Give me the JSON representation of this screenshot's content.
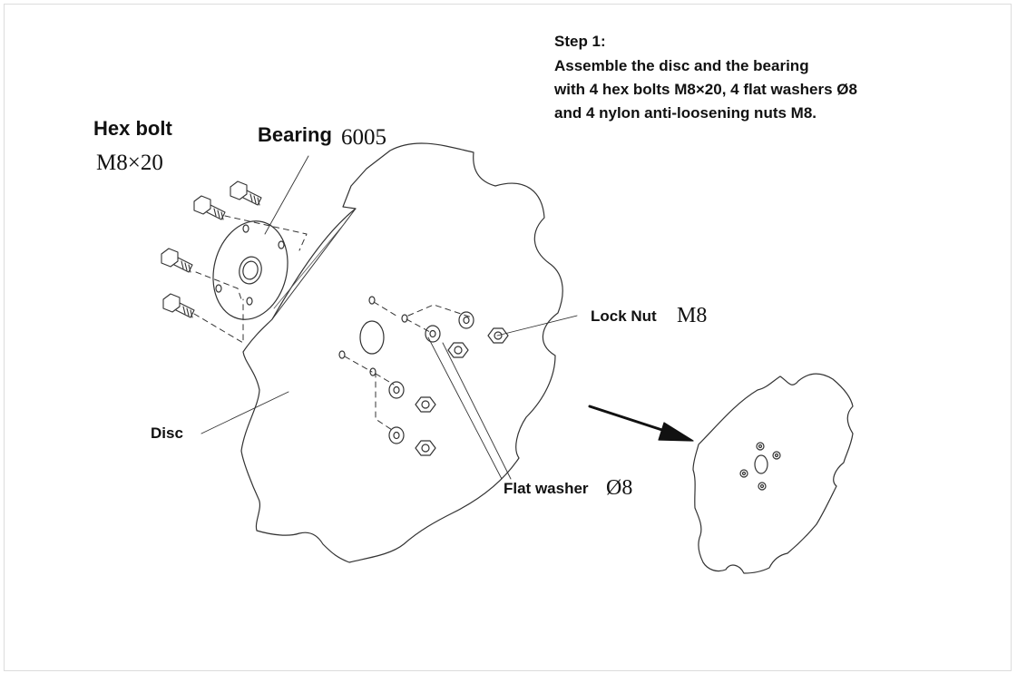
{
  "step": {
    "title": "Step 1:",
    "lines": [
      "Assemble the disc and the bearing",
      "with 4 hex bolts M8×20, 4 flat washers Ø8",
      "and 4 nylon anti-loosening nuts M8."
    ]
  },
  "labels": {
    "hex_bolt": "Hex bolt",
    "hex_bolt_size": "M8×20",
    "bearing": "Bearing",
    "bearing_size": "6005",
    "lock_nut": "Lock Nut",
    "lock_nut_size": "M8",
    "disc": "Disc",
    "flat_washer": "Flat washer",
    "flat_washer_size": "Ø8"
  },
  "colors": {
    "line": "#333333",
    "text": "#111111",
    "border": "#dcdcdc"
  }
}
